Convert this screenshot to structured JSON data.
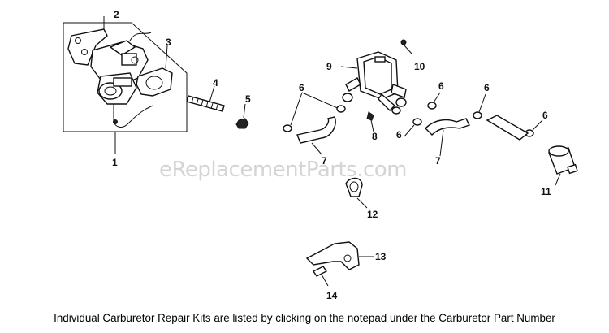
{
  "watermark": "eReplacementParts.com",
  "footer_note": "Individual Carburetor Repair Kits are listed by clicking on the notepad under the Carburetor Part Number",
  "callouts": {
    "c1": "1",
    "c2": "2",
    "c3": "3",
    "c4": "4",
    "c5": "5",
    "c6a": "6",
    "c6b": "6",
    "c6c": "6",
    "c6d": "6",
    "c6e": "6",
    "c6f": "6",
    "c7a": "7",
    "c7b": "7",
    "c8": "8",
    "c9": "9",
    "c10": "10",
    "c11": "11",
    "c12": "12",
    "c13": "13",
    "c14": "14"
  }
}
